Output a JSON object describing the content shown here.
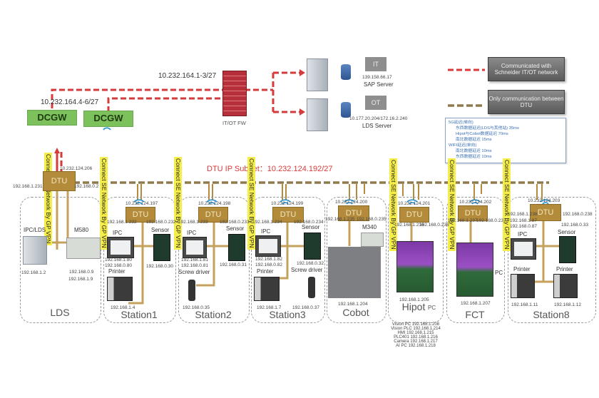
{
  "header": {
    "fw_ip_label": "10.232.164.1-3/27",
    "dcgw_ip_label": "10.232.164.4-6/27",
    "dcgw_labels": [
      "DCGW",
      "DCGW"
    ],
    "firewall_label": "IT/OT FW"
  },
  "servers": {
    "it_tag": "IT",
    "it_ip": "139.158.66.17",
    "it_name": "SAP Server",
    "ot_tag": "OT",
    "ot_ip": "10.177.20.204/172.16.2.240",
    "ot_name": "LDS Server"
  },
  "legend": {
    "red_dash_label": "Communicated with Schneider IT/OT network",
    "tan_dash_label": "Only communication between DTU",
    "colors": {
      "red": "#d63a3a",
      "tan": "#8f7a4e"
    }
  },
  "latency_note": {
    "lines": [
      "5G延迟(单向)",
      "东西数据延迟(LDS与其他站) 35ms",
      "Hipot与Cobot数据延迟 70ms",
      "南北数据延迟 15ms",
      "WIFI延迟(单向)",
      "南北数据延迟 10ms",
      "东西数据延迟 10ms"
    ]
  },
  "subnet_label": "DTU IP Subnet：10.232.124.192/27",
  "vpn_label": "Connect SE Network By GP VPN",
  "dtu_label": "DTU",
  "zones": {
    "lds": {
      "name": "LDS",
      "dtu_ip_top": "10.232.124.206",
      "dtu_ip_left": "192.168.1.231",
      "dtu_ip_right": "192.168.0.2",
      "ipc_label": "IPC/LDS",
      "ipc_ip": "192.168.1.2",
      "plc_label": "M580",
      "plc_ips": [
        "192.168.0.9",
        "192.168.1.9"
      ]
    },
    "station1": {
      "name": "Station1",
      "dtu_ip_top": "10.232.124.197",
      "dtu_ip_left": "192.168.1.232",
      "dtu_ip_right": "192.168.0.232",
      "ipc_label": "IPC",
      "ipc_ips": [
        "192.168.1.80",
        "192.168.0.80"
      ],
      "sensor_label": "Sensor",
      "sensor_ip": "192.168.0.30",
      "printer_label": "Printer",
      "printer_ip": "192.168.1.4"
    },
    "station2": {
      "name": "Station2",
      "dtu_ip_top": "10.232.124.198",
      "dtu_ip_left": "192.168.1.233",
      "dtu_ip_right": "192.168.0.233",
      "ipc_label": "IPC",
      "ipc_ips": [
        "192.168.1.81",
        "192.168.0.81"
      ],
      "sensor_label": "Sensor",
      "sensor_ip": "192.168.0.31",
      "tool_label": "Screw driver",
      "tool_ip": "192.168.0.35"
    },
    "station3": {
      "name": "Station3",
      "dtu_ip_top": "10.232.124.199",
      "dtu_ip_left": "192.168.1.234",
      "dtu_ip_right": "192.168.0.234",
      "ipc_label": "IPC",
      "ipc_ips": [
        "192.168.1.82",
        "192.168.0.82"
      ],
      "sensor_label": "Sensor",
      "sensor_ip": "192.168.0.32",
      "printer_label": "Printer",
      "printer_ip": "192.168.1.7",
      "tool_label": "Screw driver",
      "tool_ip": "192.168.0.37"
    },
    "cobot": {
      "name": "Cobot",
      "dtu_ip_top": "10.232.124.200",
      "dtu_ip_left": "192.168.1.235",
      "dtu_ip_right": "192.168.0.235",
      "plc_label": "M340",
      "cobot_ip": "192.168.1.204"
    },
    "hipot": {
      "name": "Hipot",
      "pc_suffix": "PC",
      "dtu_ip_top": "10.232.124.201",
      "dtu_ip_left": "192.168.1.236",
      "dtu_ip_right": "192.168.0.236",
      "machine_ip": "192.168.1.205",
      "extra_ips": [
        "Vision PC 192.168.1.208",
        "Vision PLC 192.168.1.214",
        "HMI 192.168.1.215",
        "PLC401 192.168.1.216",
        "Camera 192.168.1.217",
        "AI PC 192.168.1.218"
      ]
    },
    "fct": {
      "name": "FCT",
      "pc_label": "PC",
      "dtu_ip_top": "10.232.124.202",
      "dtu_ip_left": "192.168.1.237",
      "dtu_ip_right": "192.168.0.237",
      "machine_ip": "192.168.1.207"
    },
    "station8": {
      "name": "Station8",
      "dtu_ip_top": "10.232.124.203",
      "dtu_ip_left": "192.168.1.238",
      "dtu_ip_right": "192.168.0.238",
      "ipc_label": "IPC",
      "ipc_ips": [
        "192.168.1.87",
        "192.168.0.87"
      ],
      "sensor_label": "Sensor",
      "sensor_ip": "192.168.0.33",
      "printer1_label": "Printer",
      "printer1_ip": "192.168.1.11",
      "printer2_label": "Printer",
      "printer2_ip": "192.168.1.12"
    }
  }
}
